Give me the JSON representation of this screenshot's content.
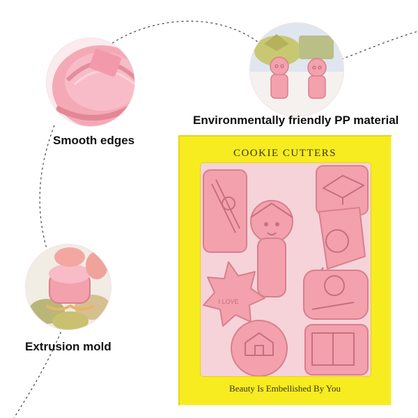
{
  "box": {
    "title": "COOKIE CUTTERS",
    "tagline": "Beauty Is Embellished By You"
  },
  "features": [
    {
      "label": "Smooth edges"
    },
    {
      "label": "Environmentally friendly PP material"
    },
    {
      "label": "Extrusion mold"
    }
  ],
  "colors": {
    "box_yellow": "#f7ec1f",
    "cutter_pink": "#f2a1ad",
    "cutter_shadow": "#d97f8d",
    "cookie_green": "#b9b778",
    "caption_text": "#111111"
  },
  "icons": [
    "graduation-cap-icon",
    "diploma-icon",
    "graduate-boy-icon",
    "graduate-girl-icon",
    "star-badge-icon",
    "school-building-icon",
    "book-icon"
  ]
}
